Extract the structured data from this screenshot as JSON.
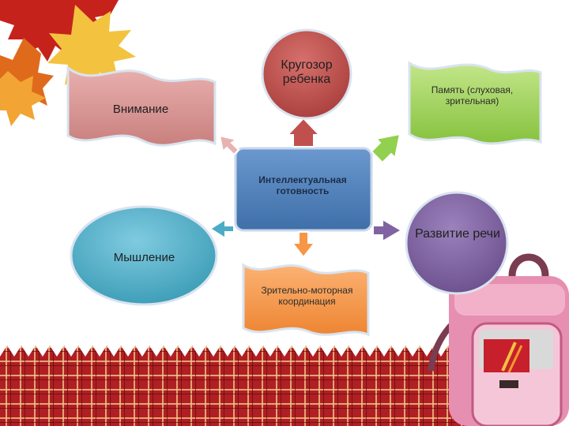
{
  "diagram": {
    "center": {
      "label": "Интеллектуальная готовность",
      "color": "#4f81bd"
    },
    "nodes": [
      {
        "id": "krugozor",
        "label": "Кругозор ребенка",
        "shape": "circle",
        "color": "#c0504d"
      },
      {
        "id": "vnimanie",
        "label": "Внимание",
        "shape": "wave-banner",
        "color": "#d99694"
      },
      {
        "id": "pamyat",
        "label": "Память (слуховая, зрительная)",
        "shape": "wave-banner",
        "color": "#92d050"
      },
      {
        "id": "razvitie",
        "label": "Развитие речи",
        "shape": "circle",
        "color": "#8064a2"
      },
      {
        "id": "myshlenie",
        "label": "Мышление",
        "shape": "ellipse",
        "color": "#4bacc6"
      },
      {
        "id": "zritelno",
        "label": "Зрительно-моторная координация",
        "shape": "wave-banner",
        "color": "#f79646"
      }
    ]
  },
  "decor": {
    "leaves": [
      "maple-leaf-icon",
      "maple-leaf-icon",
      "maple-leaf-icon"
    ],
    "backpack": "backpack-icon",
    "fence": "picket-fence"
  }
}
